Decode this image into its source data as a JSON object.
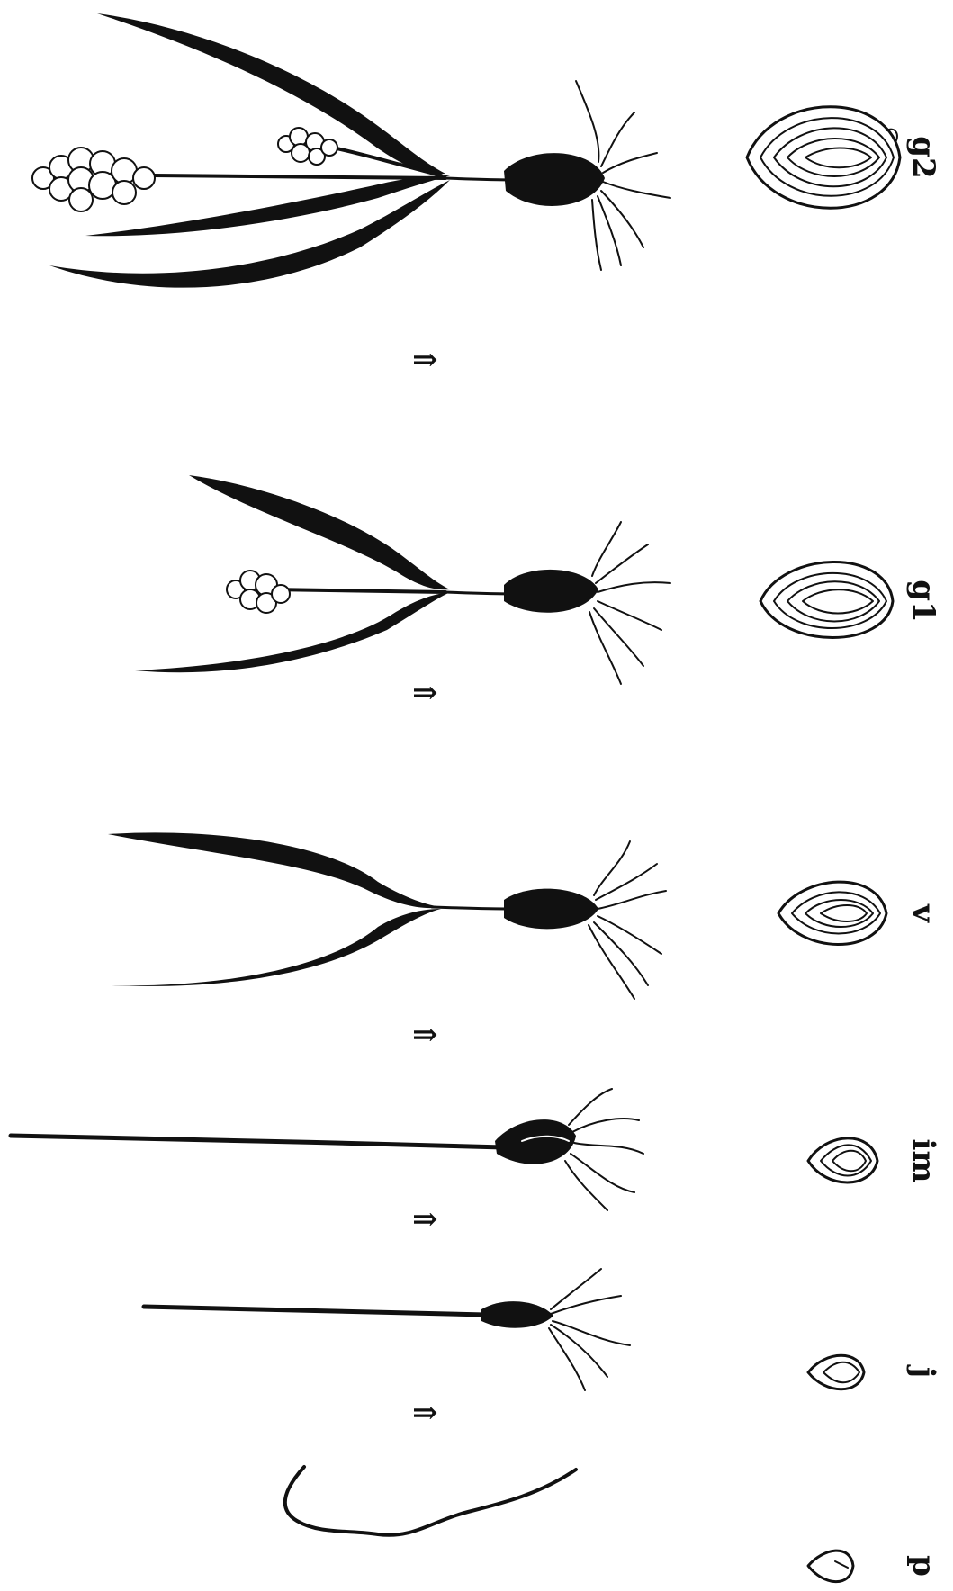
{
  "figure": {
    "orientation": "rotated-90-clockwise",
    "stages": [
      {
        "id": "p",
        "label": "p"
      },
      {
        "id": "j",
        "label": "j"
      },
      {
        "id": "im",
        "label": "im"
      },
      {
        "id": "v",
        "label": "v"
      },
      {
        "id": "g1",
        "label": "g1"
      },
      {
        "id": "g2",
        "label": "g2"
      }
    ],
    "transition_arrows": [
      "⇑",
      "⇑",
      "⇑",
      "⇑",
      "⇑"
    ],
    "colors": {
      "ink": "#111111",
      "background": "#ffffff"
    }
  }
}
